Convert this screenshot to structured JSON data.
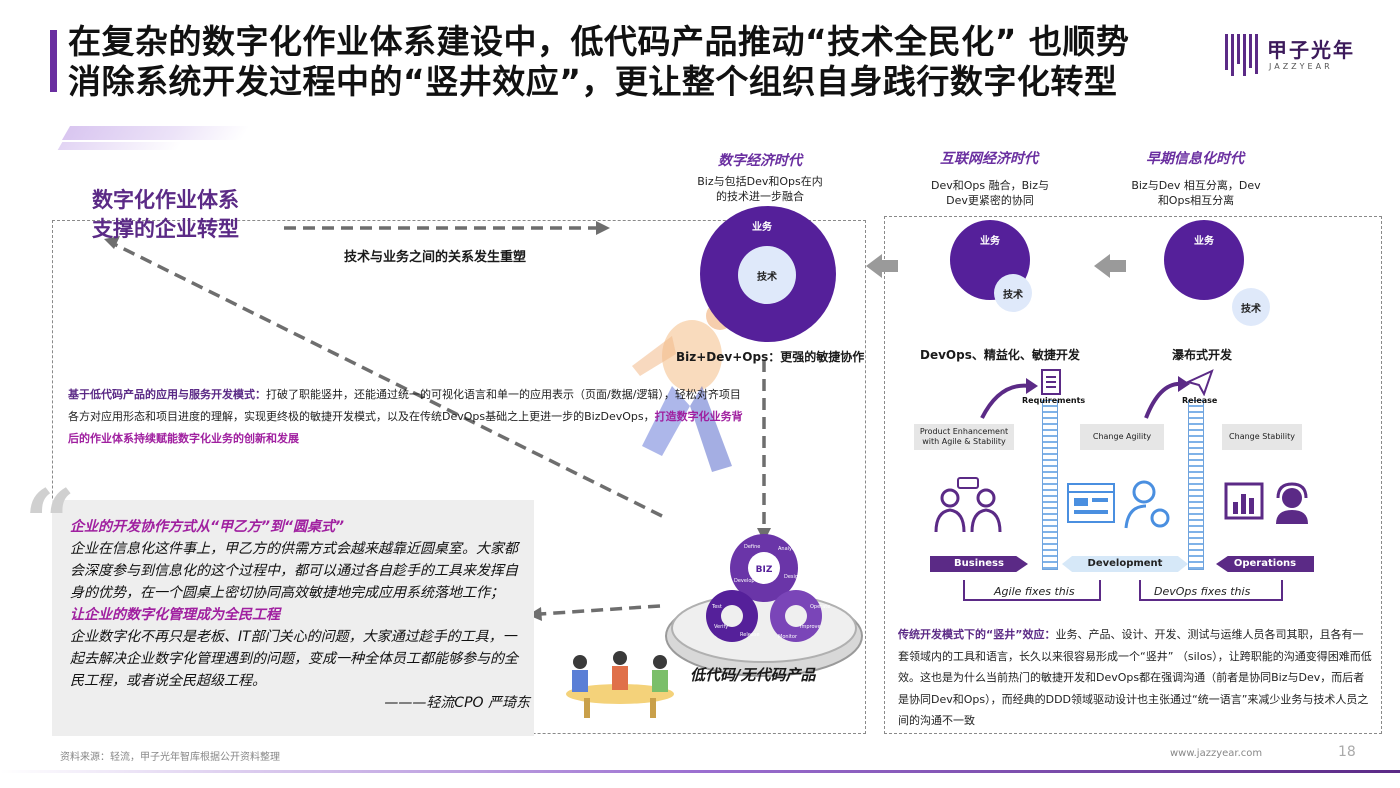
{
  "header": {
    "title_line1": "在复杂的数字化作业体系建设中，低代码产品推动“技术全民化” 也顺势",
    "title_line2": "消除系统开发过程中的“竖井效应”，更让整个组织自身践行数字化转型",
    "logo_cn": "甲子光年",
    "logo_en": "JAZZYEAR"
  },
  "left": {
    "heading_line1": "数字化作业体系",
    "heading_line2": "支撑的企业转型",
    "relation_label": "技术与业务之间的关系发生重塑",
    "para_highlight": "基于低代码产品的应用与服务开发模式：",
    "para_body": "打破了职能竖井，还能通过统一的可视化语言和单一的应用表示（页面/数据/逻辑），轻松对齐项目各方对应用形态和项目进度的理解，实现更终极的敏捷开发模式，以及在传统DevOps基础之上更进一步的BizDevOps，",
    "para_tail": "打造数字化业务背后的作业体系持续赋能数字化业务的创新和发展",
    "quote_h1": "企业的开发协作方式从“甲乙方”到“圆桌式”",
    "quote_p1": "企业在信息化这件事上，甲乙方的供需方式会越来越靠近圆桌室。大家都会深度参与到信息化的这个过程中，都可以通过各自趁手的工具来发挥自身的优势，在一个圆桌上密切协同高效敏捷地完成应用系统落地工作；",
    "quote_h2": "让企业的数字化管理成为全民工程",
    "quote_p2": "企业数字化不再只是老板、IT部门关心的问题，大家通过趁手的工具，一起去解决企业数字化管理遇到的问题，变成一种全体员工都能够参与的全民工程，或者说全民超级工程。",
    "quote_sig": "———轻流CPO 严琦东"
  },
  "eras": {
    "digital": {
      "title": "数字经济时代",
      "desc1": "Biz与包括Dev和Ops在内",
      "desc2": "的技术进一步融合",
      "biz": "业务",
      "tech": "技术",
      "caption": "Biz+Dev+Ops：更强的敏捷协作"
    },
    "internet": {
      "title": "互联网经济时代",
      "desc1": "Dev和Ops 融合，Biz与",
      "desc2": "Dev更紧密的协同",
      "biz": "业务",
      "tech": "技术",
      "caption": "DevOps、精益化、敏捷开发"
    },
    "early": {
      "title": "早期信息化时代",
      "desc1": "Biz与Dev 相互分离，Dev",
      "desc2": "和Ops相互分离",
      "biz": "业务",
      "tech": "技术",
      "caption": "瀑布式开发"
    }
  },
  "ring": {
    "center": "BIZ",
    "segments": [
      "Define",
      "Analyze",
      "Design",
      "Develop",
      "Test",
      "Release",
      "Operate",
      "Monitor",
      "Verify",
      "Improve"
    ],
    "label": "低代码/无代码产品"
  },
  "devops_diagram": {
    "requirements": "Requirements",
    "release": "Release",
    "box1": "Product Enhancement with Agile & Stability",
    "box2": "Change Agility",
    "box3": "Change Stability",
    "business": "Business",
    "development": "Development",
    "operations": "Operations",
    "agile_fix": "Agile fixes this",
    "devops_fix": "DevOps fixes this"
  },
  "right_para": {
    "highlight": "传统开发模式下的“竖井”效应：",
    "body": "业务、产品、设计、开发、测试与运维人员各司其职，且各有一套领域内的工具和语言，长久以来很容易形成一个“竖井” （silos），让跨职能的沟通变得困难而低效。这也是为什么当前热门的敏捷开发和DevOps都在强调沟通（前者是协同Biz与Dev，而后者是协同Dev和Ops），而经典的DDD领域驱动设计也主张通过“统一语言”来减少业务与技术人员之间的沟通不一致"
  },
  "footer": {
    "source": "资料来源：轻流，甲子光年智库根据公开资料整理",
    "url": "www.jazzyear.com",
    "page": "18"
  },
  "colors": {
    "brand": "#5b2a86",
    "accent": "#a020a0",
    "circle": "#55209a",
    "light_blue": "#dfe9fa"
  }
}
